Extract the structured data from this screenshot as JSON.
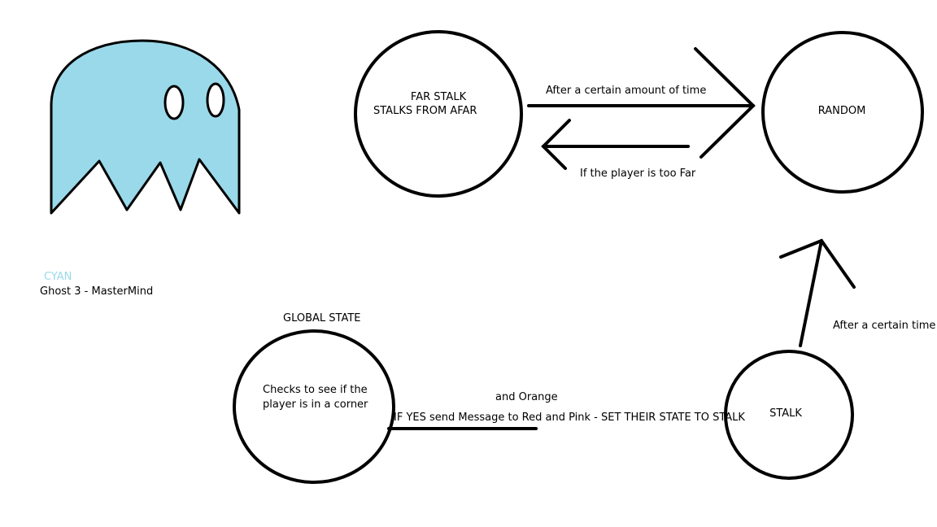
{
  "ghost": {
    "color_name": "CYAN",
    "title": "Ghost  3 - MasterMind",
    "fill_color": "#99d9ea"
  },
  "states": {
    "far_stalk": {
      "name": "FAR STALK",
      "desc": "STALKS FROM AFAR"
    },
    "random": {
      "name": "RANDOM"
    },
    "global": {
      "title": "GLOBAL STATE",
      "line1": "Checks to see if the",
      "line2": "player is in a corner"
    },
    "stalk": {
      "name": "STALK"
    }
  },
  "transitions": {
    "far_to_random": "After a certain amount of time",
    "random_to_far": "If the player is too Far",
    "stalk_to_random": "After a certain time",
    "global_msg_line1": "and Orange",
    "global_msg_line2": "IF YES send Message to Red and Pink - SET THEIR STATE TO STALK"
  },
  "colors": {
    "stroke": "#000000",
    "ghost_label": "#99d9ea"
  }
}
